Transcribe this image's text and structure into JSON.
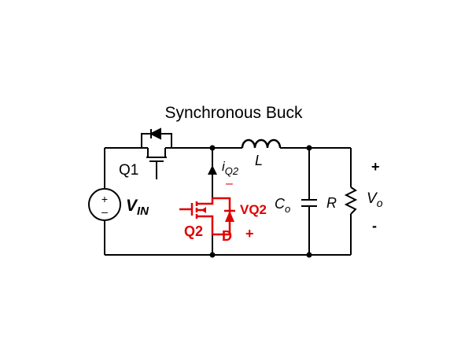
{
  "title": "Synchronous Buck",
  "colors": {
    "wire": "#000000",
    "highlight": "#e00000",
    "background": "#ffffff"
  },
  "labels": {
    "q1": "Q1",
    "q2": "Q2",
    "d": "D",
    "vin_main": "V",
    "vin_sub": "IN",
    "iq2_main": "i",
    "iq2_sub": "Q2",
    "iq2_minus": "–",
    "inductor": "L",
    "vq2": "VQ2",
    "vq2_plus": "+",
    "co_main": "C",
    "co_sub": "o",
    "r": "R",
    "vo_main": "V",
    "vo_sub": "o",
    "vo_plus": "+",
    "vo_minus": "-",
    "src_plus": "+",
    "src_minus": "–"
  }
}
